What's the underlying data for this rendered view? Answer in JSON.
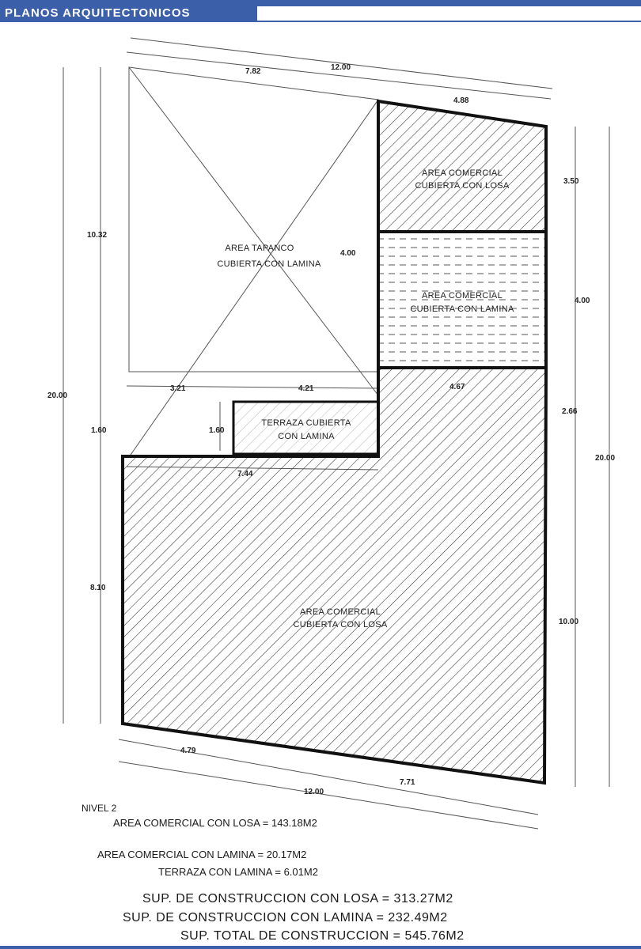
{
  "header": {
    "title": "PLANOS ARQUITECTONICOS",
    "accent_color": "#3b5fa8"
  },
  "plan": {
    "areas": {
      "comercial_losa_top": [
        "AREA COMERCIAL",
        "CUBIERTA CON LOSA"
      ],
      "comercial_lamina": [
        "AREA COMERCIAL",
        "CUBIERTA CON LAMINA"
      ],
      "tapanco": [
        "AREA TAPANCO",
        "CUBIERTA CON LAMINA"
      ],
      "terraza": [
        "TERRAZA CUBIERTA",
        "CON LAMINA"
      ],
      "comercial_losa_main": [
        "AREA COMERCIAL",
        "CUBIERTA CON LOSA"
      ]
    },
    "dimensions": {
      "top_total": "12.00",
      "top_left": "7.82",
      "top_right": "4.88",
      "left_total": "20.00",
      "left_upper": "10.32",
      "left_mid": "1.60",
      "left_lower": "8.10",
      "right_total": "20.00",
      "right_1": "3.50",
      "right_2": "4.00",
      "right_3": "2.66",
      "right_4": "10.00",
      "inner_vertical": "4.00",
      "mid_a": "3.21",
      "mid_b": "4.21",
      "mid_c": "4.67",
      "terraza_height": "1.60",
      "step_width": "7.44",
      "bottom_left": "4.79",
      "bottom_right": "7.71",
      "bottom_total": "12.00"
    }
  },
  "summary": {
    "level": "NIVEL 2",
    "line1": "AREA COMERCIAL CON LOSA = 143.18M2",
    "line2": "AREA COMERCIAL CON LAMINA =   20.17M2",
    "line3": "TERRAZA CON LAMINA =    6.01M2",
    "line4": "SUP. DE CONSTRUCCION  CON LOSA = 313.27M2",
    "line5": "SUP.  DE CONSTRUCCION  CON LAMINA = 232.49M2",
    "line6": "SUP. TOTAL DE CONSTRUCCION = 545.76M2"
  }
}
